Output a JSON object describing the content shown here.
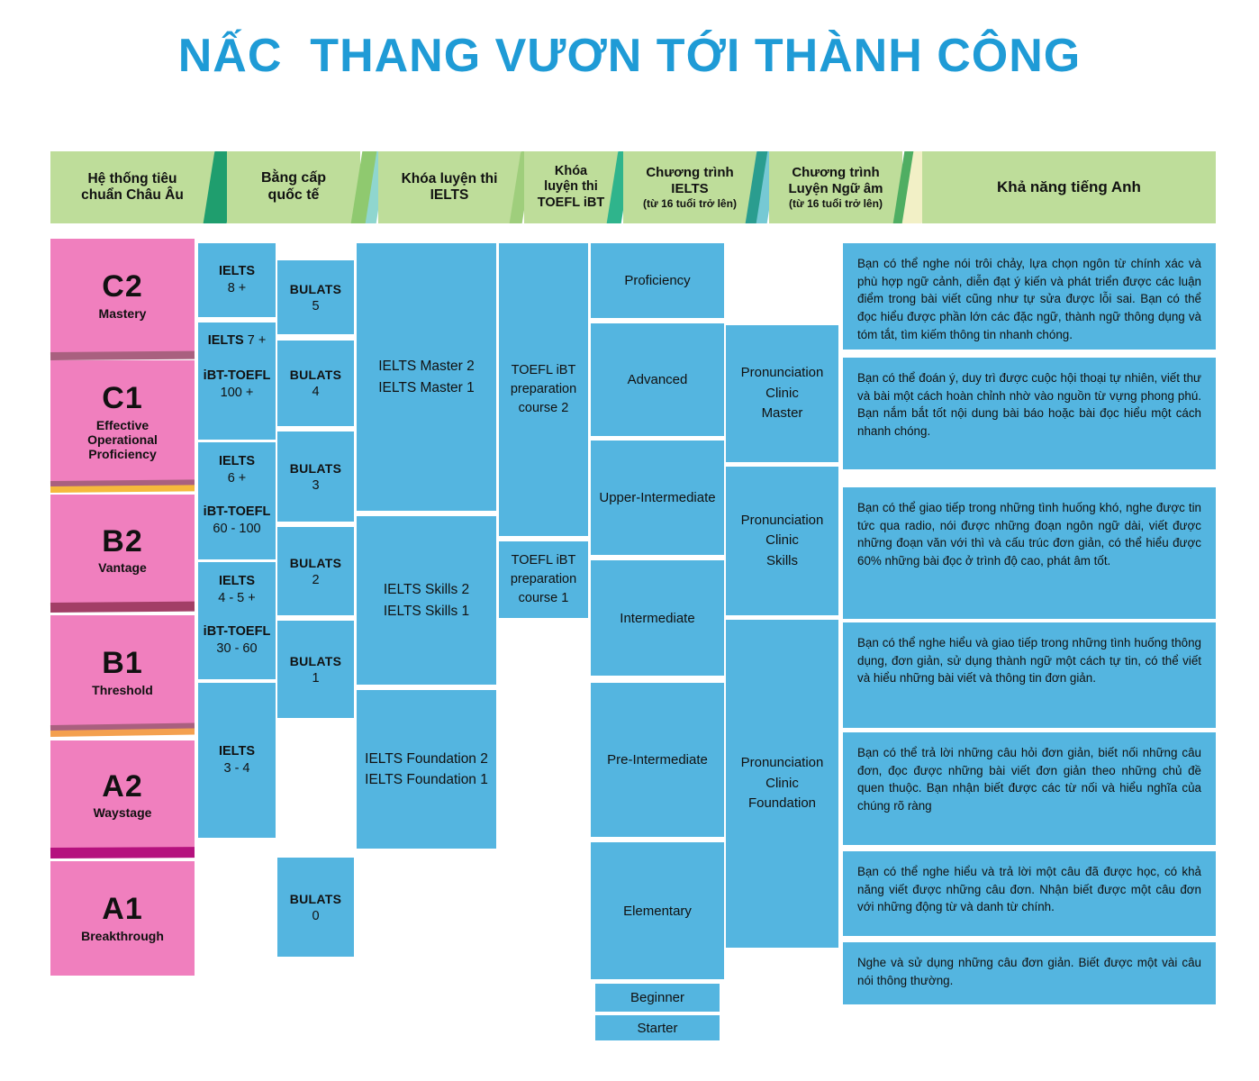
{
  "title": "NẤC  THANG VƯƠN TỚI THÀNH CÔNG",
  "colors": {
    "title": "#1f9bd6",
    "blue": "#54b5e0",
    "pink": "#f07fbe",
    "header_green_light": "#bedd9a",
    "header_green_mid": "#9fce7c",
    "header_green_dark": "#1f9e6e",
    "header_cream": "#f2f0c6"
  },
  "header": {
    "columns": [
      {
        "label": "Hệ thống tiêu\nchuẩn Châu Âu",
        "note": ""
      },
      {
        "label": "Bằng cấp\nquốc tế",
        "note": ""
      },
      {
        "label": "Khóa luyện thi\nIELTS",
        "note": ""
      },
      {
        "label": "Khóa\nluyện thi\nTOEFL iBT",
        "note": ""
      },
      {
        "label": "Chương trình\nIELTS",
        "note": "(từ 16 tuổi trở lên)"
      },
      {
        "label": "Chương trình\nLuyện Ngữ âm",
        "note": "(từ 16 tuổi trở lên)"
      },
      {
        "label": "Khả năng tiếng Anh",
        "note": ""
      }
    ]
  },
  "cefr": [
    {
      "code": "C2",
      "name": "Mastery"
    },
    {
      "code": "C1",
      "name": "Effective\nOperational\nProficiency"
    },
    {
      "code": "B2",
      "name": "Vantage"
    },
    {
      "code": "B1",
      "name": "Threshold"
    },
    {
      "code": "A2",
      "name": "Waystage"
    },
    {
      "code": "A1",
      "name": "Breakthrough"
    }
  ],
  "qualifications": [
    {
      "name": "IELTS",
      "score": "8 +",
      "inline": false
    },
    {
      "name": "IELTS",
      "score": "7 +",
      "inline": true
    },
    {
      "name": "iBT-TOEFL",
      "score": "100 +",
      "inline": false
    },
    {
      "name": "IELTS",
      "score": "6 +",
      "inline": false
    },
    {
      "name": "iBT-TOEFL",
      "score": "60 - 100",
      "inline": false
    },
    {
      "name": "IELTS",
      "score": "4 - 5 +",
      "inline": false
    },
    {
      "name": "iBT-TOEFL",
      "score": "30 - 60",
      "inline": false
    },
    {
      "name": "IELTS",
      "score": "3 - 4",
      "inline": false
    }
  ],
  "bulats": [
    {
      "name": "BULATS",
      "level": "5"
    },
    {
      "name": "BULATS",
      "level": "4"
    },
    {
      "name": "BULATS",
      "level": "3"
    },
    {
      "name": "BULATS",
      "level": "2"
    },
    {
      "name": "BULATS",
      "level": "1"
    },
    {
      "name": "BULATS",
      "level": "0"
    }
  ],
  "ielts_courses": [
    {
      "line1": "IELTS Master 2",
      "line2": "IELTS Master 1"
    },
    {
      "line1": "IELTS Skills 2",
      "line2": "IELTS Skills 1"
    },
    {
      "line1": "IELTS Foundation 2",
      "line2": "IELTS Foundation 1"
    }
  ],
  "toefl_courses": [
    {
      "text": "TOEFL iBT\npreparation\ncourse 2"
    },
    {
      "text": "TOEFL iBT\npreparation\ncourse 1"
    }
  ],
  "ielts_program_levels": [
    {
      "label": "Proficiency"
    },
    {
      "label": "Advanced"
    },
    {
      "label": "Upper-Intermediate"
    },
    {
      "label": "Intermediate"
    },
    {
      "label": "Pre-Intermediate"
    },
    {
      "label": "Elementary"
    },
    {
      "label": "Beginner"
    },
    {
      "label": "Starter"
    }
  ],
  "pronunciation": [
    {
      "text": "Pronunciation\nClinic\nMaster"
    },
    {
      "text": "Pronunciation\nClinic\nSkills"
    },
    {
      "text": "Pronunciation\nClinic\nFoundation"
    }
  ],
  "descriptions": [
    {
      "text": "Bạn có thể nghe nói trôi chảy, lựa chọn ngôn từ chính xác và phù hợp ngữ cảnh, diễn đạt ý kiến và phát triển được các luận điểm trong bài viết cũng như tự sửa được lỗi sai. Bạn có thể đọc hiểu được phần lớn các đặc ngữ, thành ngữ thông dụng và tóm tắt, tìm kiếm thông tin nhanh chóng."
    },
    {
      "text": "Bạn có thể đoán ý, duy trì được cuộc hội thoại tự nhiên, viết thư và bài một cách hoàn chỉnh nhờ vào nguồn từ vựng phong phú. Bạn nắm bắt tốt nội dung bài báo hoặc bài đọc hiểu một cách nhanh chóng."
    },
    {
      "text": "Bạn có thể giao tiếp trong những tình huống khó, nghe được tin tức qua radio, nói được những đoạn ngôn ngữ dài, viết được những đoạn văn với thì và cấu trúc đơn giản, có thể hiểu được 60% những bài đọc ở trình độ cao, phát âm tốt."
    },
    {
      "text": "Bạn có thể nghe hiểu và giao tiếp trong những tình huống thông dụng, đơn giản, sử dụng thành ngữ một cách tự tin, có thể viết và hiểu những bài viết và thông tin đơn giản."
    },
    {
      "text": "Bạn có thể trả lời những câu hỏi đơn giản, biết nối những câu đơn, đọc được những bài viết đơn giản theo những chủ đề quen thuộc. Bạn nhận biết được các từ nối và hiểu nghĩa của chúng rõ ràng"
    },
    {
      "text": "Bạn có thể nghe hiểu và trả lời một câu đã được học, có khả năng viết được những câu đơn. Nhận biết được một câu đơn với những động từ và danh từ chính."
    },
    {
      "text": "Nghe và sử dụng những câu đơn giản. Biết được một vài câu nói thông thường."
    }
  ]
}
